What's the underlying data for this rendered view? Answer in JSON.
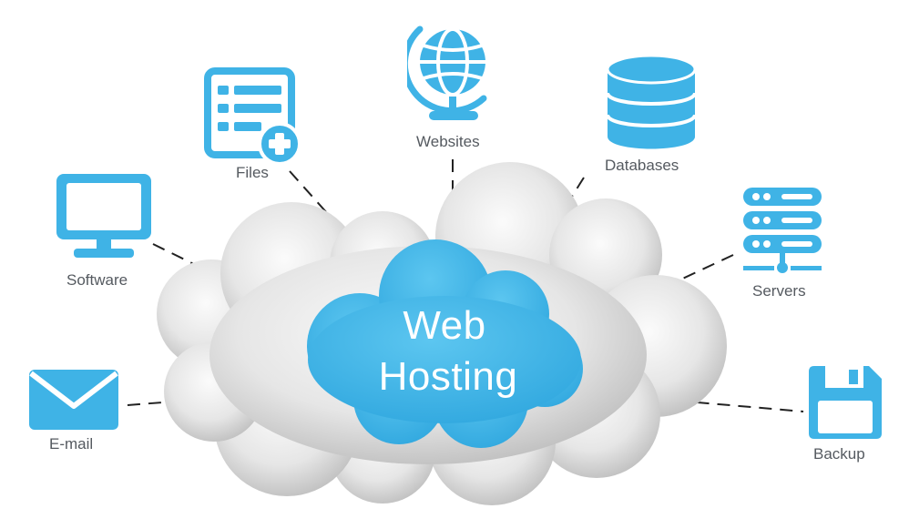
{
  "colors": {
    "accent": "#3fb3e6",
    "accent_dark": "#1e8ec9",
    "cloud_light": "#f2f2f2",
    "cloud_shade": "#b9b9b9",
    "label": "#555a60",
    "connector": "#222222"
  },
  "center": {
    "line1": "Web",
    "line2": "Hosting"
  },
  "nodes": [
    {
      "key": "files",
      "label": "Files",
      "icon": "file-list-add-icon"
    },
    {
      "key": "websites",
      "label": "Websites",
      "icon": "globe-icon"
    },
    {
      "key": "databases",
      "label": "Databases",
      "icon": "database-icon"
    },
    {
      "key": "software",
      "label": "Software",
      "icon": "monitor-icon"
    },
    {
      "key": "servers",
      "label": "Servers",
      "icon": "server-rack-icon"
    },
    {
      "key": "email",
      "label": "E-mail",
      "icon": "envelope-icon"
    },
    {
      "key": "backup",
      "label": "Backup",
      "icon": "floppy-disk-icon"
    }
  ]
}
